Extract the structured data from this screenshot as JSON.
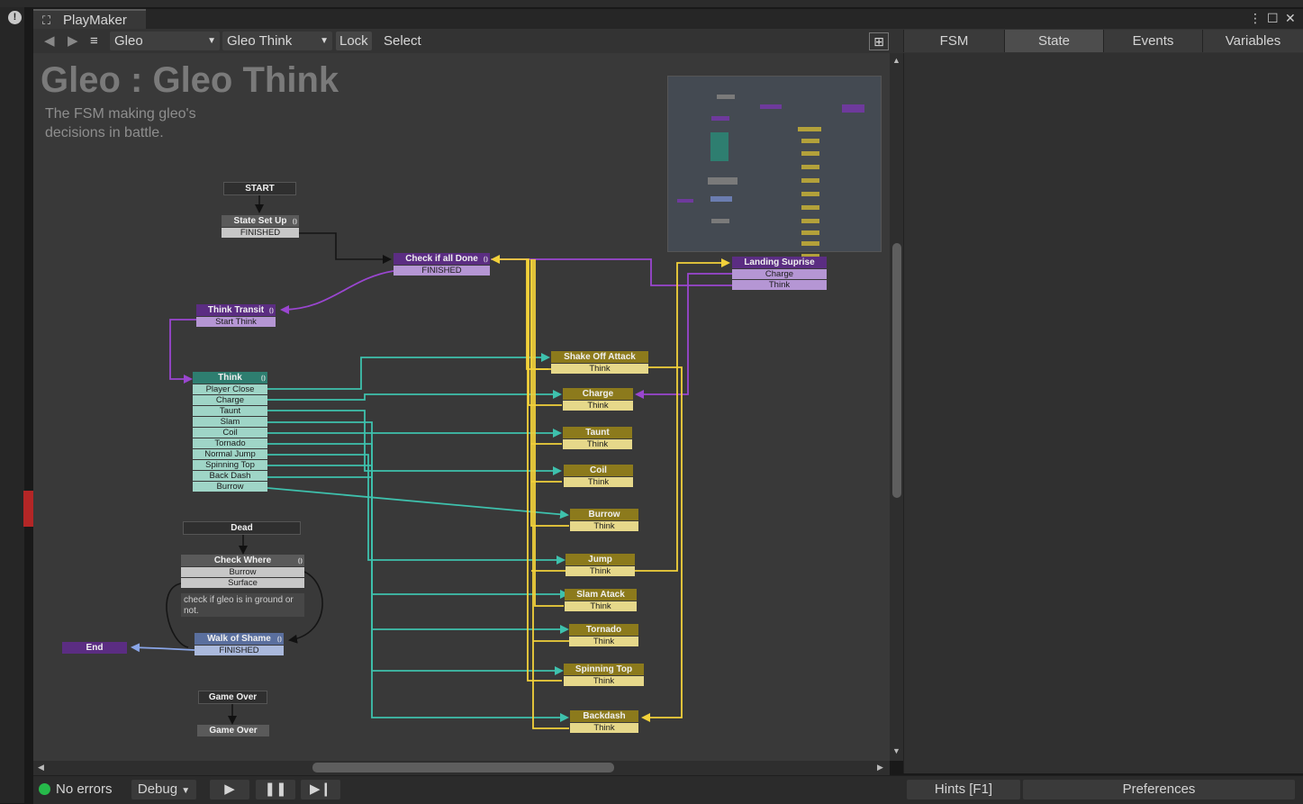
{
  "window": {
    "title": "PlayMaker"
  },
  "toolbar": {
    "fsm_owner": "Gleo",
    "fsm_name": "Gleo Think",
    "lock_label": "Lock",
    "select_label": "Select"
  },
  "inspector_tabs": [
    {
      "label": "FSM",
      "active": false
    },
    {
      "label": "State",
      "active": true
    },
    {
      "label": "Events",
      "active": false
    },
    {
      "label": "Variables",
      "active": false
    }
  ],
  "graph": {
    "title": "Gleo : Gleo Think",
    "description": "The FSM making gleo's decisions in battle.",
    "comment": "check if gleo is in ground or not.",
    "states": {
      "start": {
        "name": "START"
      },
      "state_setup": {
        "name": "State Set Up",
        "events": [
          "FINISHED"
        ]
      },
      "check_all_done": {
        "name": "Check if all Done",
        "events": [
          "FINISHED"
        ]
      },
      "landing_suprise": {
        "name": "Landing Suprise",
        "events": [
          "Charge",
          "Think"
        ]
      },
      "think_transit": {
        "name": "Think Transit",
        "events": [
          "Start Think"
        ]
      },
      "think": {
        "name": "Think",
        "events": [
          "Player Close",
          "Charge",
          "Taunt",
          "Slam",
          "Coil",
          "Tornado",
          "Normal Jump",
          "Spinning Top",
          "Back Dash",
          "Burrow"
        ]
      },
      "shake_off": {
        "name": "Shake Off Attack",
        "events": [
          "Think"
        ]
      },
      "charge": {
        "name": "Charge",
        "events": [
          "Think"
        ]
      },
      "taunt": {
        "name": "Taunt",
        "events": [
          "Think"
        ]
      },
      "coil": {
        "name": "Coil",
        "events": [
          "Think"
        ]
      },
      "burrow": {
        "name": "Burrow",
        "events": [
          "Think"
        ]
      },
      "jump": {
        "name": "Jump",
        "events": [
          "Think"
        ]
      },
      "slam_atack": {
        "name": "Slam Atack",
        "events": [
          "Think"
        ]
      },
      "tornado": {
        "name": "Tornado",
        "events": [
          "Think"
        ]
      },
      "spinning_top": {
        "name": "Spinning Top",
        "events": [
          "Think"
        ]
      },
      "backdash": {
        "name": "Backdash",
        "events": [
          "Think"
        ]
      },
      "dead": {
        "name": "Dead"
      },
      "check_where": {
        "name": "Check Where",
        "events": [
          "Burrow",
          "Surface"
        ]
      },
      "walk_of_shame": {
        "name": "Walk of Shame",
        "events": [
          "FINISHED"
        ]
      },
      "end": {
        "name": "End"
      },
      "game_over_global": {
        "name": "Game Over"
      },
      "game_over": {
        "name": "Game Over"
      }
    }
  },
  "status": {
    "errors": "No errors",
    "debug": "Debug",
    "hints": "Hints [F1]",
    "preferences": "Preferences"
  },
  "icons": {
    "playmaker": "playmaker-icon",
    "warning": "warning-icon",
    "back": "back-arrow-icon",
    "forward": "forward-arrow-icon",
    "menu": "hamburger-icon",
    "settings": "gear-icon"
  },
  "colors": {
    "teal": "#3ec1ad",
    "gold": "#f2d13a",
    "purple": "#9a46d0",
    "blue": "#8aa6e8"
  }
}
